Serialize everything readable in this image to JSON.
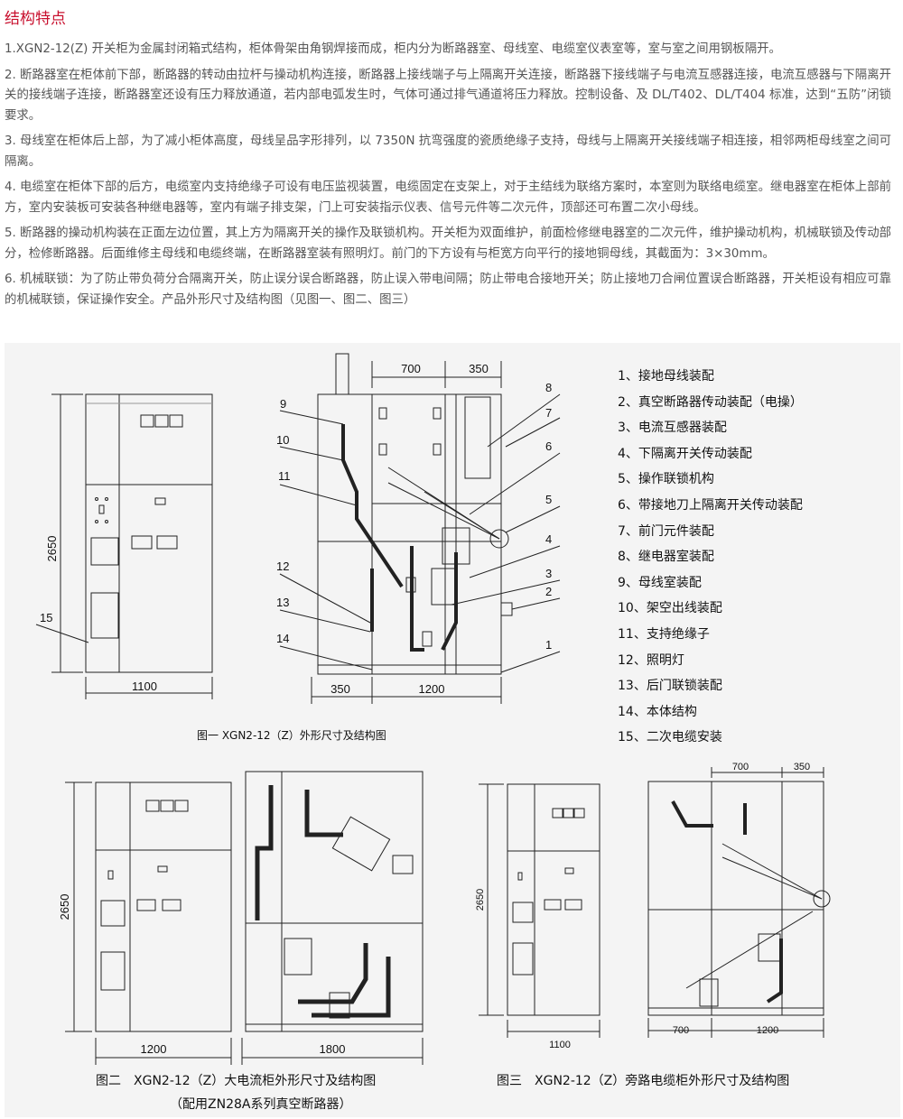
{
  "section_title": "结构特点",
  "paragraphs": [
    "1.XGN2-12(Z) 开关柜为金属封闭箱式结构，柜体骨架由角钢焊接而成，柜内分为断路器室、母线室、电缆室仪表室等，室与室之间用钢板隔开。",
    "2. 断路器室在柜体前下部，断路器的转动由拉杆与操动机构连接，断路器上接线端子与上隔离开关连接，断路器下接线端子与电流互感器连接，电流互感器与下隔离开关的接线端子连接，断路器室还设有压力释放通道，若内部电弧发生时，气体可通过排气通道将压力释放。控制设备、及 DL/T402、DL/T404 标准，达到“五防”闭锁要求。",
    "3. 母线室在柜体后上部，为了减小柜体高度，母线呈品字形排列，以 7350N 抗弯强度的瓷质绝缘子支持，母线与上隔离开关接线端子相连接，相邻两柜母线室之间可隔离。",
    "4. 电缆室在柜体下部的后方，电缆室内支持绝缘子可设有电压监视装置，电缆固定在支架上，对于主结线为联络方案时，本室则为联络电缆室。继电器室在柜体上部前方，室内安装板可安装各种继电器等，室内有端子排支架，门上可安装指示仪表、信号元件等二次元件，顶部还可布置二次小母线。",
    "5. 断路器的操动机构装在正面左边位置，其上方为隔离开关的操作及联锁机构。开关柜为双面维护，前面检修继电器室的二次元件，维护操动机构，机械联锁及传动部分，检修断路器。后面维修主母线和电缆终端，在断路器室装有照明灯。前门的下方设有与柜宽方向平行的接地铜母线，其截面为：3×30mm。",
    "6. 机械联锁：为了防止带负荷分合隔离开关，防止误分误合断路器，防止误入带电间隔；防止带电合接地开关；防止接地刀合闸位置误合断路器，开关柜设有相应可靠的机械联锁，保证操作安全。产品外形尺寸及结构图（见图一、图二、图三）"
  ],
  "legend": [
    "1、接地母线装配",
    "2、真空断路器传动装配（电操）",
    "3、电流互感器装配",
    "4、下隔离开关传动装配",
    "5、操作联锁机构",
    "6、带接地刀上隔离开关传动装配",
    "7、前门元件装配",
    "8、继电器室装配",
    "9、母线室装配",
    "10、架空出线装配",
    "11、支持绝缘子",
    "12、照明灯",
    "13、后门联锁装配",
    "14、本体结构",
    "15、二次电缆安装"
  ],
  "fig1": {
    "caption": "图一 XGN2-12（Z）外形尺寸及结构图",
    "height_dim": "2650",
    "width_dim": "1100",
    "dim_350_bottom": "350",
    "dim_1200": "1200",
    "dim_700": "700",
    "dim_350_top": "350",
    "label_15": "15",
    "callouts": [
      "9",
      "10",
      "11",
      "12",
      "13",
      "14",
      "8",
      "7",
      "6",
      "5",
      "4",
      "3",
      "2",
      "1"
    ]
  },
  "fig2": {
    "caption_line1": "图二　XGN2-12（Z）大电流柜外形尺寸及结构图",
    "caption_line2": "（配用ZN28A系列真空断路器）",
    "height_dim": "2650",
    "width_dim": "1200",
    "depth_dim": "1800"
  },
  "fig3": {
    "caption": "图三　XGN2-12（Z）旁路电缆柜外形尺寸及结构图",
    "height_dim": "2650",
    "width_dim": "1100",
    "dim_700_top": "700",
    "dim_350_top": "350",
    "dim_700_bottom": "700",
    "dim_1200": "1200"
  }
}
